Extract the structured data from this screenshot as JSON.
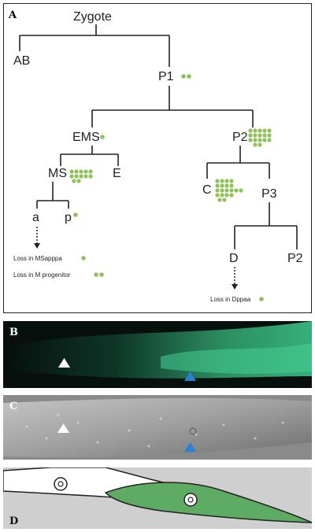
{
  "panels": {
    "a": {
      "label": "A"
    },
    "b": {
      "label": "B"
    },
    "c": {
      "label": "C"
    },
    "d": {
      "label": "D"
    }
  },
  "lineage": {
    "zygote": "Zygote",
    "ab": "AB",
    "p1": "P1",
    "ems": "EMS",
    "p2_upper": "P2",
    "ms": "MS",
    "e": "E",
    "c": "C",
    "p3": "P3",
    "a": "a",
    "p": "p",
    "d": "D",
    "p2_lower": "P2"
  },
  "notes": {
    "loss_msapppa": "Loss in MSapppa",
    "loss_m_progenitor": "Loss in M progenitor",
    "loss_dppaa": "Loss in Dppaa"
  },
  "colors": {
    "dot_green": "#8fc25b",
    "arrow_white": "#ffffff",
    "arrow_blue": "#2b7fd4",
    "cell_green": "#5eab63"
  }
}
